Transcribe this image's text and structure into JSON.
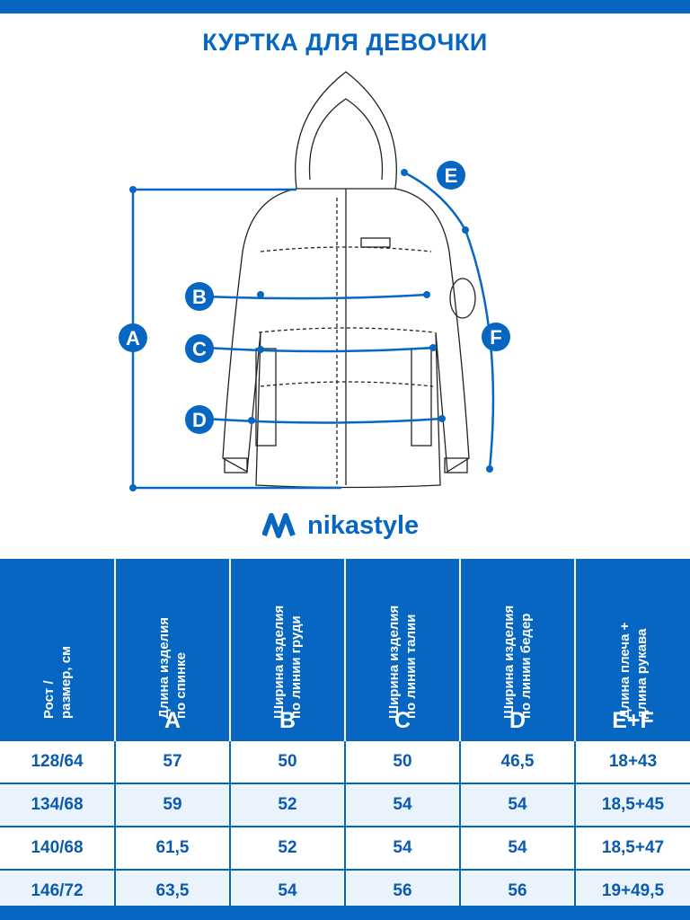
{
  "title": "КУРТКА ДЛЯ ДЕВОЧКИ",
  "brand": "nikastyle",
  "labels": {
    "a": "A",
    "b": "B",
    "c": "C",
    "d": "D",
    "e": "E",
    "f": "F"
  },
  "colors": {
    "brand": "#0666c2",
    "row_alt": "#eaf2fb"
  },
  "table": {
    "headers": [
      {
        "text": "Рост /\nразмер, см",
        "letter": ""
      },
      {
        "text": "Длина изделия\nпо спинке",
        "letter": "A"
      },
      {
        "text": "Ширина изделия\nпо линии груди",
        "letter": "B"
      },
      {
        "text": "Ширина изделия\nпо линии талии",
        "letter": "C"
      },
      {
        "text": "Ширина изделия\nпо линии бедер",
        "letter": "D"
      },
      {
        "text": "Длина плеча +\nдлина рукава",
        "letter": "E+F"
      }
    ],
    "rows": [
      [
        "128/64",
        "57",
        "50",
        "50",
        "46,5",
        "18+43"
      ],
      [
        "134/68",
        "59",
        "52",
        "54",
        "54",
        "18,5+45"
      ],
      [
        "140/68",
        "61,5",
        "52",
        "54",
        "54",
        "18,5+47"
      ],
      [
        "146/72",
        "63,5",
        "54",
        "56",
        "56",
        "19+49,5"
      ]
    ]
  }
}
